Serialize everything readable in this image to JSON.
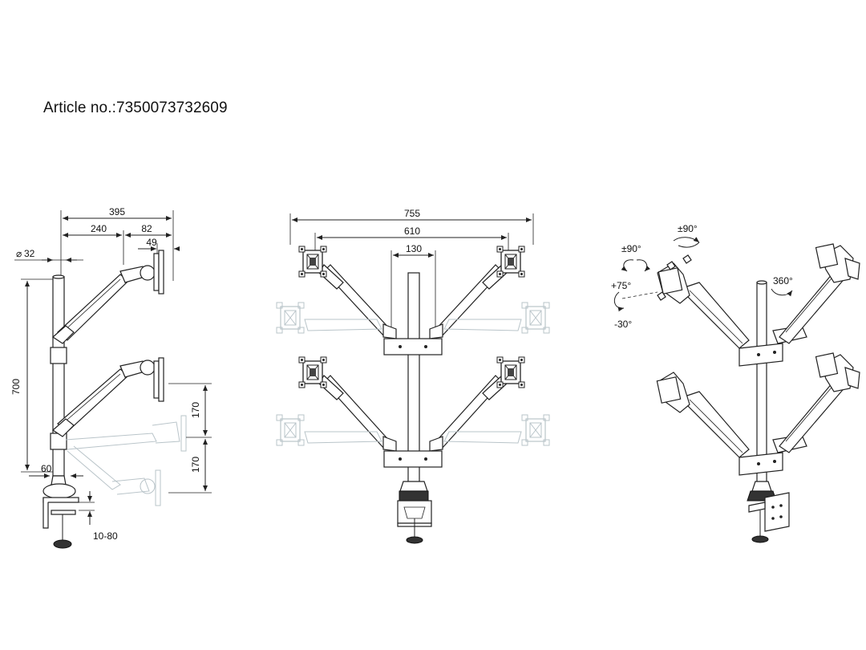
{
  "title": "Article no.:7350073732609",
  "side_view": {
    "dims": {
      "total_width": "395",
      "arm_length": "240",
      "head_offset": "82",
      "head_depth": "49",
      "pole_diameter": "32",
      "pole_height": "700",
      "arm_adjust_upper": "170",
      "arm_adjust_lower": "170",
      "base_width": "60",
      "desk_thickness": "10-80"
    }
  },
  "front_view": {
    "dims": {
      "max_span": "755",
      "min_span": "610",
      "crossbar": "130"
    }
  },
  "iso_view": {
    "labels": {
      "tilt_side": "±90°",
      "tilt_top": "±90°",
      "tilt_up": "+75°",
      "tilt_down": "-30°",
      "rotate": "360°"
    }
  },
  "colors": {
    "line": "#222222",
    "ghost": "#b9c4c9"
  }
}
